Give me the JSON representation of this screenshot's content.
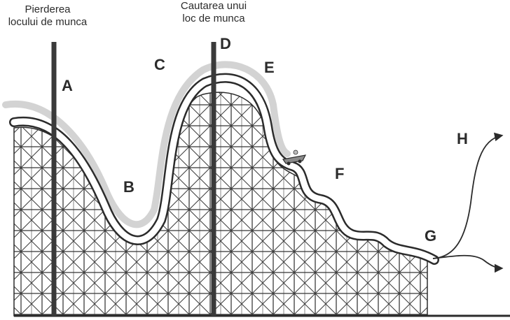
{
  "captions": {
    "left_line1": "Pierderea",
    "left_line2": "locului de munca",
    "top_line1": "Cautarea unui",
    "top_line2": "loc de munca"
  },
  "markers": {
    "a": "A",
    "b": "B",
    "c": "C",
    "d": "D",
    "e": "E",
    "f": "F",
    "g": "G",
    "h": "H"
  },
  "colors": {
    "ink": "#2b2b2b",
    "track_highlight": "#cfcfcf",
    "background": "#ffffff"
  }
}
